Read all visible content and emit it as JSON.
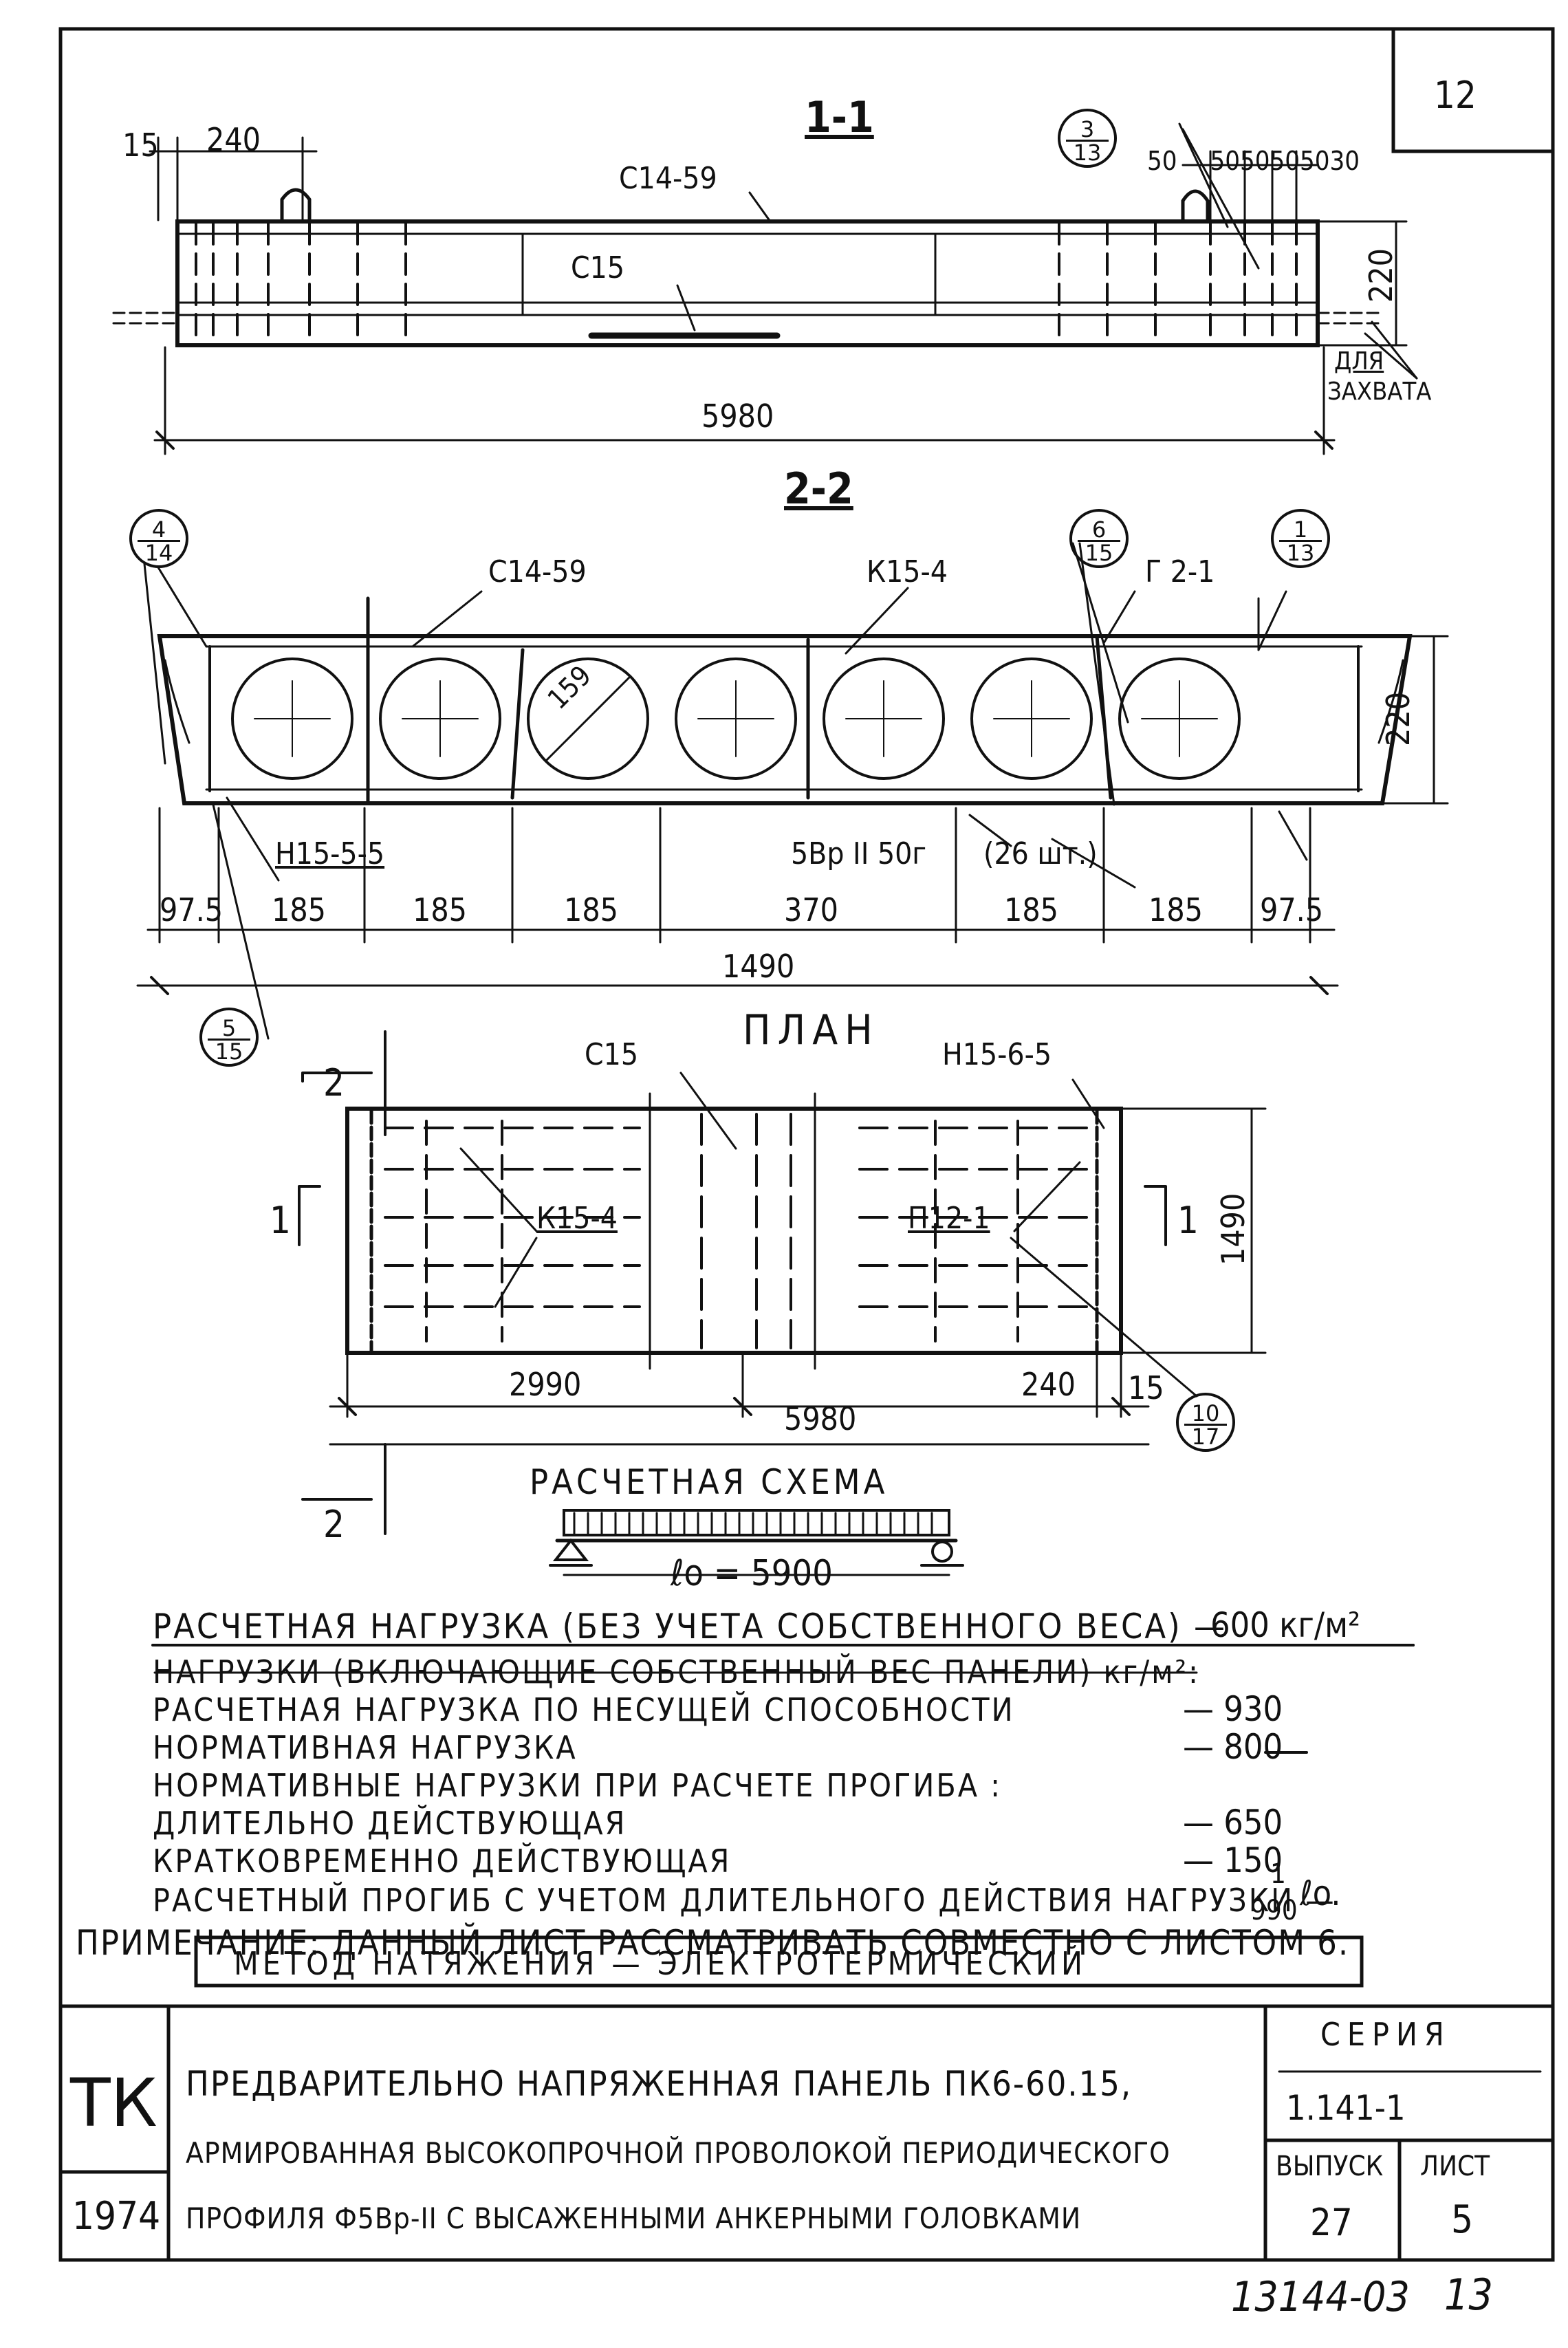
{
  "sheet_corner_number": "12",
  "section_1_1": {
    "title": "1-1",
    "dim_15": "15",
    "dim_240": "240",
    "label_c14_59": "С14-59",
    "label_c15": "С15",
    "callout": {
      "num": "3",
      "den": "13"
    },
    "dims_50": [
      "50",
      "50",
      "50",
      "50",
      "50",
      "30"
    ],
    "height": "220",
    "grip_note_1": "ДЛЯ",
    "grip_note_2": "ЗАХВАТА",
    "length": "5980"
  },
  "section_2_2": {
    "title": "2-2",
    "callout_left": {
      "num": "4",
      "den": "14"
    },
    "callout_mid": {
      "num": "6",
      "den": "15"
    },
    "callout_right": {
      "num": "1",
      "den": "13"
    },
    "label_c14_59": "С14-59",
    "label_k15_4": "К15-4",
    "label_g2_1": "Г 2-1",
    "diameter": "159",
    "height": "220",
    "label_n15_5_5": "Н15-5-5",
    "label_wire": "5Вр II 50г",
    "label_count": "(26 шт.)",
    "spacing": [
      "97.5",
      "185",
      "185",
      "185",
      "370",
      "185",
      "185",
      "97.5"
    ],
    "width": "1490",
    "callout_bottom": {
      "num": "5",
      "den": "15"
    }
  },
  "plan": {
    "title": "ПЛАН",
    "label_c15": "С15",
    "label_n15_6_5": "Н15-6-5",
    "label_k15_4": "К15-4",
    "label_p12_1": "П12-1",
    "cut_1": "1",
    "cut_2": "2",
    "width": "1490",
    "dim_2990": "2990",
    "dim_240": "240",
    "dim_15": "15",
    "dim_5980": "5980",
    "callout": {
      "num": "10",
      "den": "17"
    }
  },
  "scheme": {
    "title": "РАСЧЕТНАЯ СХЕМА",
    "span": "ℓo = 5900"
  },
  "loads": {
    "design_load_label": "РАСЧЕТНАЯ НАГРУЗКА (БЕЗ УЧЕТА СОБСТВЕННОГО ВЕСА) —",
    "design_load_value": "600 кг/м²",
    "header": "НАГРУЗКИ (ВКЛЮЧАЮЩИЕ СОБСТВЕННЫЙ ВЕС ПАНЕЛИ) кг/м²:",
    "rows": [
      {
        "label": "РАСЧЕТНАЯ НАГРУЗКА ПО НЕСУЩЕЙ СПОСОБНОСТИ",
        "value": "— 930"
      },
      {
        "label": "НОРМАТИВНАЯ НАГРУЗКА",
        "value": "— 800"
      },
      {
        "label": "НОРМАТИВНЫЕ НАГРУЗКИ ПРИ РАСЧЕТЕ ПРОГИБА :",
        "value": ""
      },
      {
        "label": "ДЛИТЕЛЬНО ДЕЙСТВУЮЩАЯ",
        "value": "— 650"
      },
      {
        "label": "КРАТКОВРЕМЕННО ДЕЙСТВУЮЩАЯ",
        "value": "— 150"
      }
    ],
    "deflection_label": "РАСЧЕТНЫЙ ПРОГИБ С УЧЕТОМ ДЛИТЕЛЬНОГО ДЕЙСТВИЯ НАГРУЗКИ —",
    "deflection_num": "1",
    "deflection_den": "990",
    "deflection_unit": "ℓo.",
    "note": "ПРИМЕЧАНИЕ: ДАННЫЙ ЛИСТ РАССМАТРИВАТЬ СОВМЕСТНО С ЛИСТОМ 6.",
    "method": "МЕТОД НАТЯЖЕНИЯ — ЭЛЕКТРОТЕРМИЧЕСКИЙ"
  },
  "title_block": {
    "org": "ТК",
    "year": "1974",
    "title_line_1": "ПРЕДВАРИТЕЛЬНО НАПРЯЖЕННАЯ ПАНЕЛЬ ПК6-60.15,",
    "title_line_2": "АРМИРОВАННАЯ ВЫСОКОПРОЧНОЙ ПРОВОЛОКОЙ ПЕРИОДИЧЕСКОГО",
    "title_line_3": "ПРОФИЛЯ Ф5Вр-II С ВЫСАЖЕННЫМИ АНКЕРНЫМИ ГОЛОВКАМИ",
    "series_label": "СЕРИЯ",
    "series_value": "1.141-1",
    "issue_label": "ВЫПУСК",
    "issue_value": "27",
    "sheet_label": "ЛИСТ",
    "sheet_value": "5"
  },
  "stamp_number": "13144-03",
  "stamp_page": "13"
}
